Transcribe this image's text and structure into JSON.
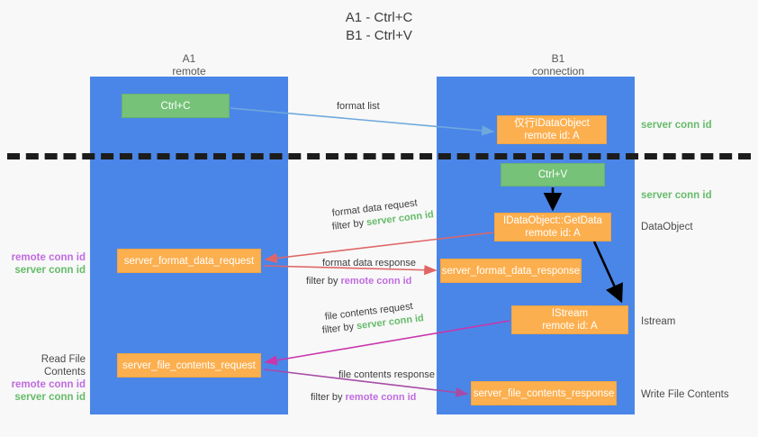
{
  "title": {
    "line1": "A1 - Ctrl+C",
    "line2": "B1 - Ctrl+V"
  },
  "columns": {
    "a1": {
      "name": "A1",
      "role": "remote"
    },
    "b1": {
      "name": "B1",
      "role": "connection"
    }
  },
  "boxes": {
    "ctrl_c": {
      "label": "Ctrl+C"
    },
    "idataobject": {
      "line1": "仅行IDataObject",
      "line2": "remote id: A"
    },
    "ctrl_v": {
      "label": "Ctrl+V"
    },
    "getdata": {
      "line1": "IDataObject::GetData",
      "line2": "remote id: A"
    },
    "server_format_data_request": {
      "label": "server_format_data_request"
    },
    "server_format_data_response": {
      "label": "server_format_data_response"
    },
    "istream": {
      "line1": "IStream",
      "line2": "remote id: A"
    },
    "server_file_contents_request": {
      "label": "server_file_contents_request"
    },
    "server_file_contents_response": {
      "label": "server_file_contents_response"
    }
  },
  "side_labels": {
    "server_conn_id_1": "server conn id",
    "server_conn_id_2": "server conn id",
    "dataobject": "DataObject",
    "istream": "Istream",
    "write_file_contents": "Write File Contents"
  },
  "left_labels": {
    "group1": {
      "remote": "remote conn id",
      "server": "server conn id"
    },
    "group2": {
      "title": "Read File Contents",
      "remote": "remote conn id",
      "server": "server conn id"
    }
  },
  "edge_notes": {
    "format_list": "format list",
    "format_data_request": "format data request",
    "filter_by": "filter by",
    "server_conn_id": "server conn id",
    "remote_conn_id": "remote conn id",
    "format_data_response": "format data response",
    "file_contents_request": "file contents request",
    "file_contents_response": "file contents response"
  },
  "colors": {
    "lane": "#4a86e8",
    "green_box": "#76c278",
    "orange_box": "#fcaf4e",
    "server_conn_id": "#66bb6a",
    "remote_conn_id": "#c06be0",
    "arrow_blue": "#6fa8dc",
    "arrow_red": "#e06666",
    "arrow_magenta": "#c837ab",
    "arrow_purple": "#a64ca6",
    "arrow_black": "#000000",
    "divider": "#1c1c1c",
    "background": "#f8f8f8"
  }
}
